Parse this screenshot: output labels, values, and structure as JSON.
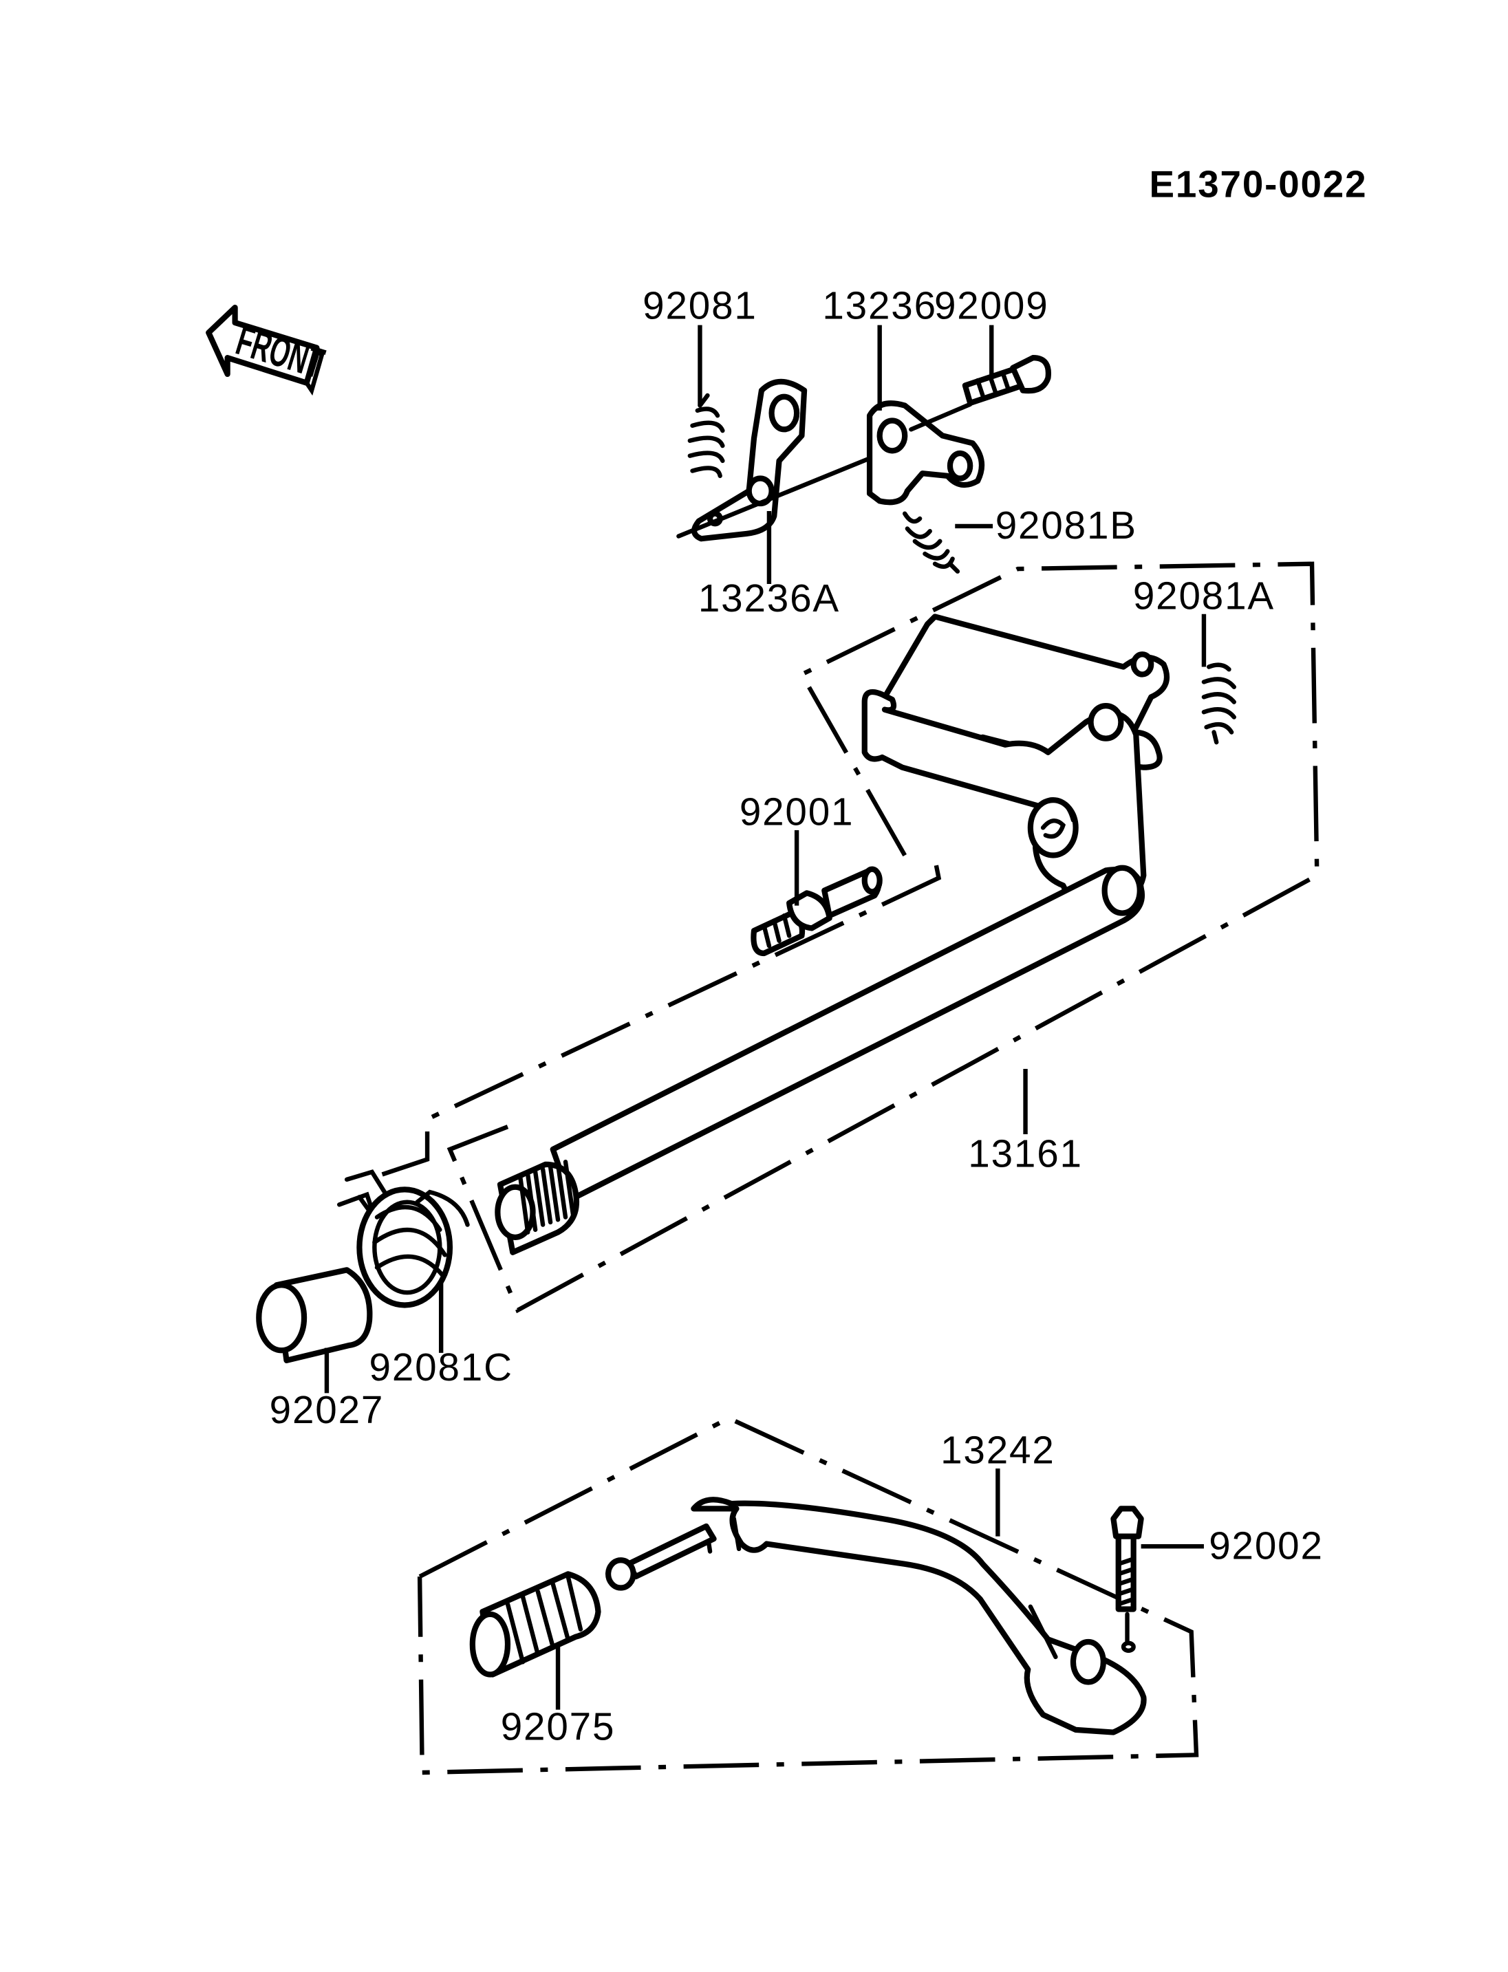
{
  "drawing_code": "E1370-0022",
  "front_label": "FRONT",
  "part_labels": {
    "p92081": "92081",
    "p13236": "13236",
    "p92009": "92009",
    "p92081B": "92081B",
    "p13236A": "13236A",
    "p92081A": "92081A",
    "p92001": "92001",
    "p13161": "13161",
    "p92027": "92027",
    "p92081C": "92081C",
    "p13242": "13242",
    "p92002": "92002",
    "p92075": "92075"
  }
}
